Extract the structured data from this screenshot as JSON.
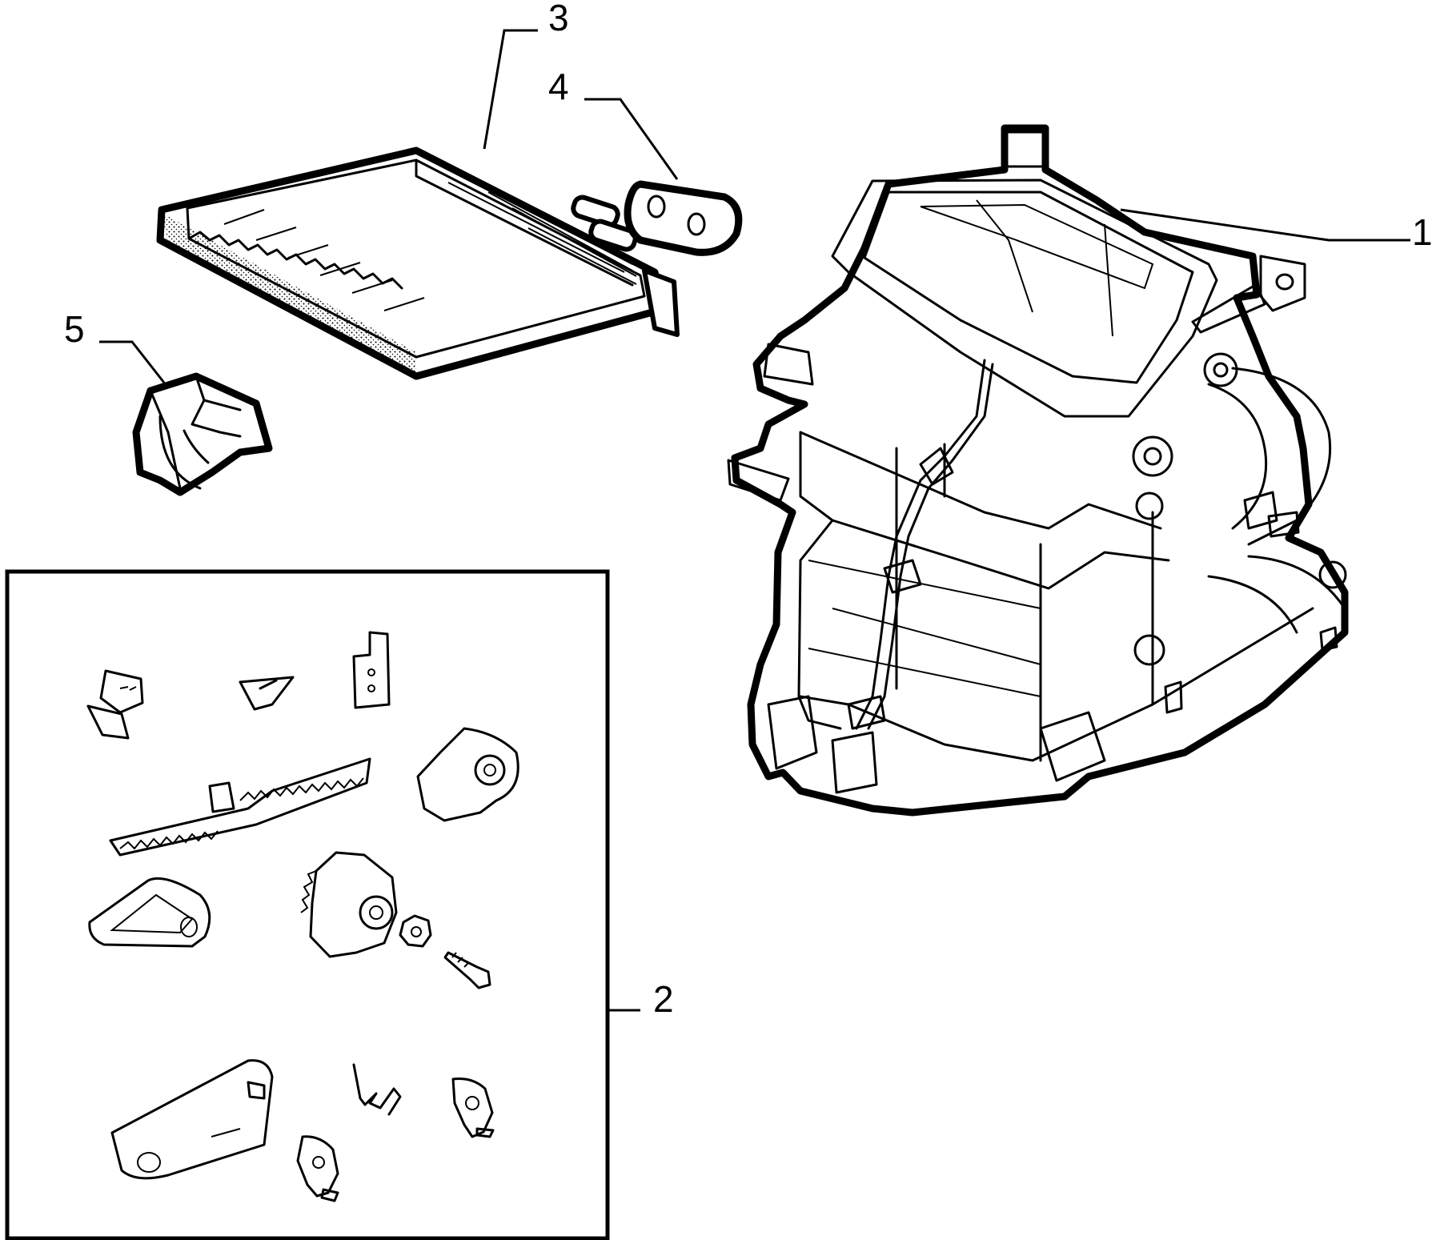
{
  "callouts": {
    "c1": "1",
    "c2": "2",
    "c3": "3",
    "c4": "4",
    "c5": "5"
  },
  "style": {
    "line_color": "#000000",
    "background": "#ffffff"
  }
}
